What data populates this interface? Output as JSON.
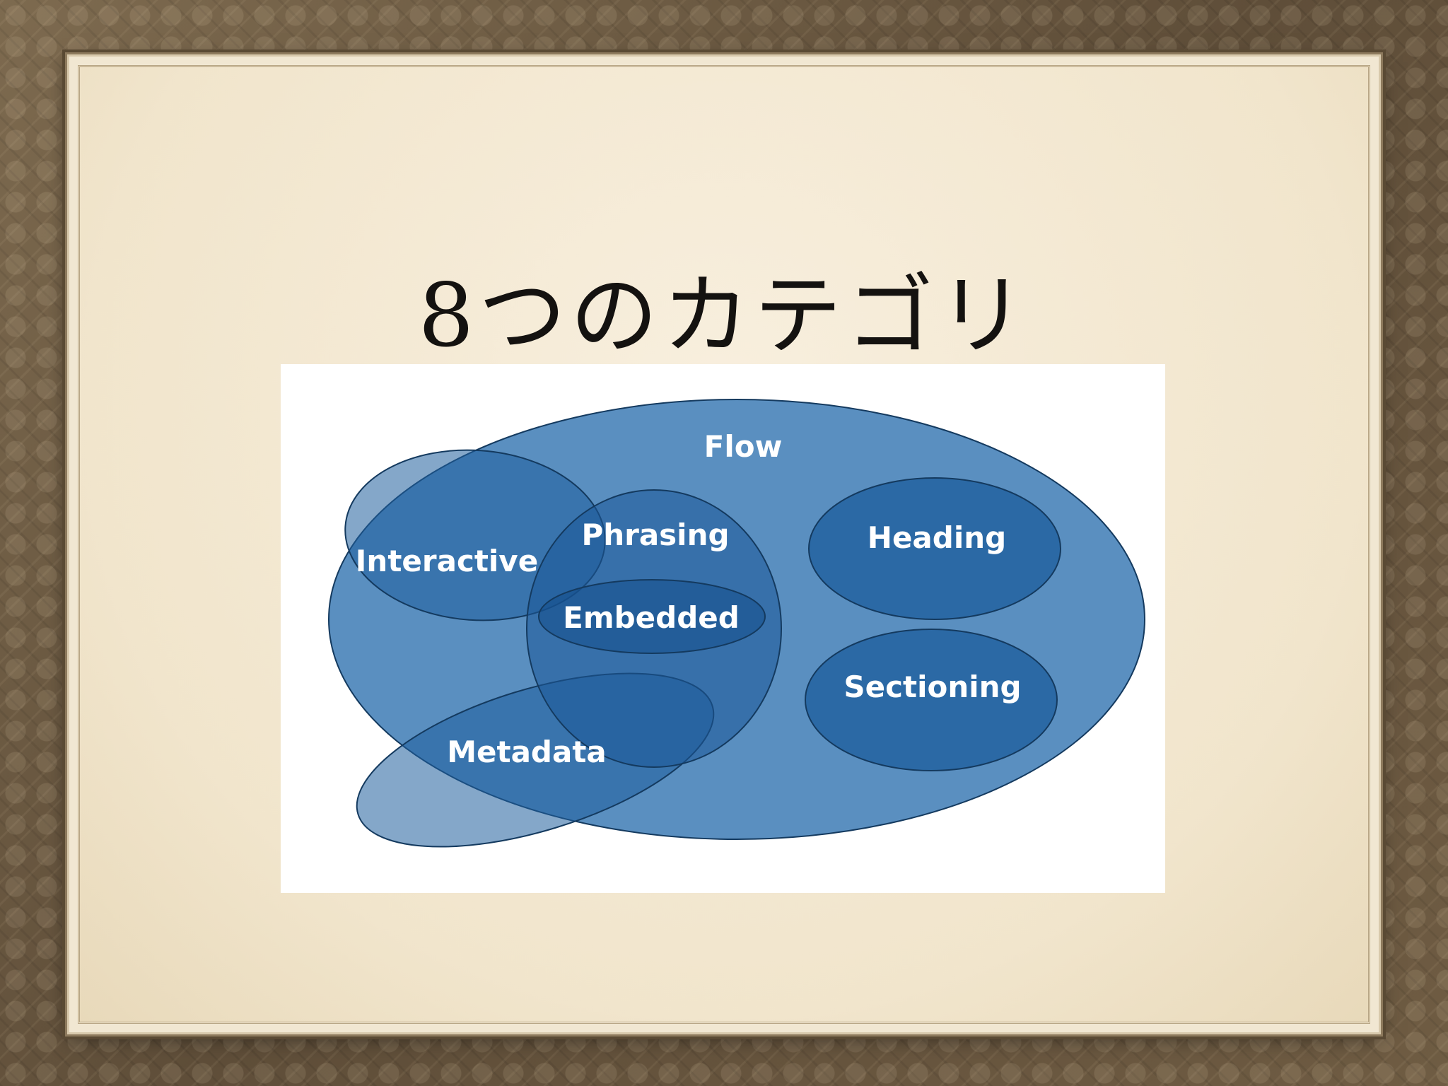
{
  "slide": {
    "title": "8つのカテゴリ"
  },
  "diagram": {
    "categories": [
      {
        "id": "flow",
        "label": "Flow"
      },
      {
        "id": "phrasing",
        "label": "Phrasing"
      },
      {
        "id": "interactive",
        "label": "Interactive"
      },
      {
        "id": "embedded",
        "label": "Embedded"
      },
      {
        "id": "heading",
        "label": "Heading"
      },
      {
        "id": "sectioning",
        "label": "Sectioning"
      },
      {
        "id": "metadata",
        "label": "Metadata"
      }
    ],
    "colors": {
      "fill": "#2b6fae",
      "stroke": "#143a5f",
      "label": "#ffffff",
      "panel": "#ffffff"
    }
  }
}
